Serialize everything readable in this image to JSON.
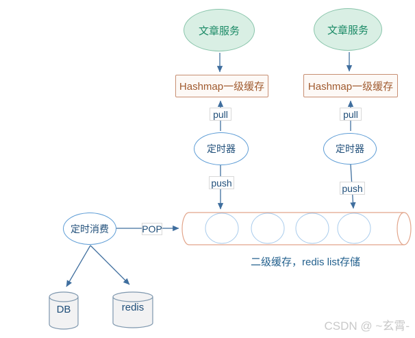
{
  "diagram": {
    "services": {
      "left": "文章服务",
      "right": "文章服务"
    },
    "caches": {
      "left": "Hashmap一级缓存",
      "right": "Hashmap一级缓存"
    },
    "labels": {
      "pull_left": "pull",
      "pull_right": "pull",
      "push_left": "push",
      "push_right": "push",
      "pop": "POP"
    },
    "timers": {
      "left": "定时器",
      "right": "定时器"
    },
    "consumer": "定时消费",
    "queue_caption": "二级缓存，redis list存储",
    "stores": {
      "db": "DB",
      "redis": "redis"
    }
  },
  "watermark": "CSDN @ ~玄霄-",
  "colors": {
    "service_fill": "#d9efe4",
    "service_border": "#88c4aa",
    "service_text": "#1b8a66",
    "cache_fill": "#fdf9f6",
    "cache_border": "#c78e72",
    "cache_text": "#a05a2e",
    "node_border": "#5b9bd5",
    "text_dark": "#1f4e79",
    "tag_border": "#d8d8d8",
    "line": "#3f6e9e",
    "queue_border": "#e2a58b",
    "queue_item_border": "#a8cbec",
    "store_fill": "#f2f2f3",
    "store_border": "#7d96ad",
    "caption_text": "#24618e",
    "watermark_text": "#c9c9c9"
  }
}
